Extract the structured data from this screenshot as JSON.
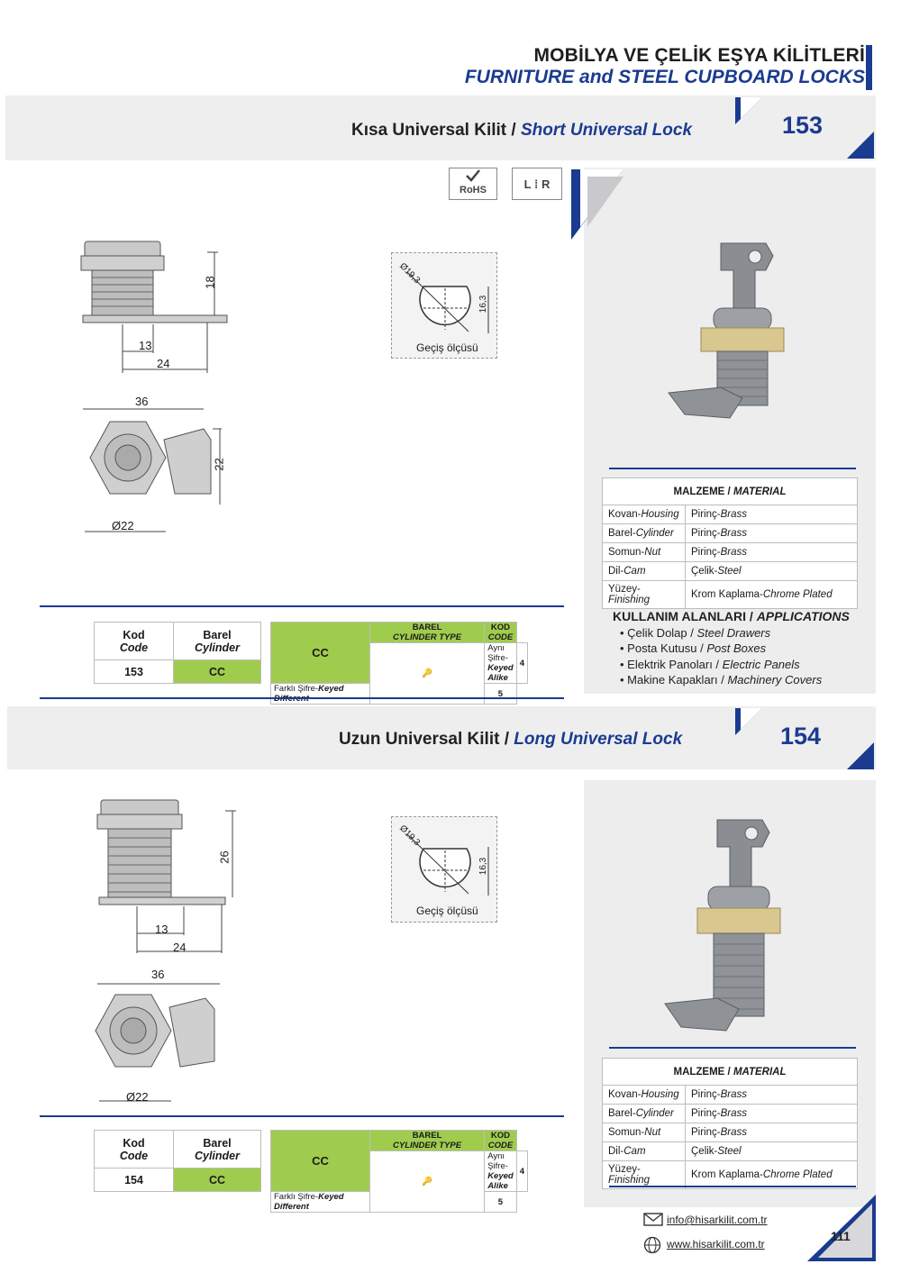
{
  "header": {
    "title_tr": "MOBİLYA VE ÇELİK EŞYA KİLİTLERİ",
    "title_en": "FURNITURE and STEEL CUPBOARD LOCKS"
  },
  "section1": {
    "title_tr": "Kısa Universal Kilit /",
    "title_en": "Short Universal Lock",
    "number": "153",
    "badges": {
      "rohs": "RoHS",
      "left": "L",
      "right": "R"
    },
    "dims": {
      "h": "18",
      "a": "13",
      "b": "24",
      "w": "36",
      "d": "Ø22",
      "s": "22"
    },
    "cutout": {
      "dia": "Ø19,3",
      "flat": "16,3",
      "label": "Geçiş ölçüsü"
    },
    "material": {
      "header_tr": "MALZEME /",
      "header_en": "MATERIAL",
      "rows": [
        {
          "k_tr": "Kovan-",
          "k_en": "Housing",
          "v_tr": "Pirinç-",
          "v_en": "Brass"
        },
        {
          "k_tr": "Barel-",
          "k_en": "Cylinder",
          "v_tr": "Pirinç-",
          "v_en": "Brass"
        },
        {
          "k_tr": "Somun-",
          "k_en": "Nut",
          "v_tr": "Pirinç-",
          "v_en": "Brass"
        },
        {
          "k_tr": "Dil-",
          "k_en": "Cam",
          "v_tr": "Çelik-",
          "v_en": "Steel"
        },
        {
          "k_tr": "Yüzey-",
          "k_en": "Finishing",
          "v_tr": "Krom Kaplama-",
          "v_en": "Chrome Plated"
        }
      ]
    },
    "applications": {
      "header_tr": "KULLANIM ALANLARI /",
      "header_en": "APPLICATIONS",
      "items": [
        {
          "tr": "Çelik Dolap /",
          "en": "Steel Drawers"
        },
        {
          "tr": "Posta Kutusu /",
          "en": "Post Boxes"
        },
        {
          "tr": "Elektrik Panoları /",
          "en": "Electric Panels"
        },
        {
          "tr": "Makine Kapakları /",
          "en": "Machinery Covers"
        }
      ]
    },
    "code_table": {
      "h1_tr": "Kod",
      "h1_en": "Code",
      "h2_tr": "Barel",
      "h2_en": "Cylinder",
      "code": "153",
      "cyl": "CC"
    },
    "cc_table": {
      "title": "CC",
      "h_barel": "BAREL",
      "h_type": "CYLINDER TYPE",
      "h_kod": "KOD",
      "h_code": "CODE",
      "r1_tr": "Aynı Şifre-",
      "r1_en": "Keyed Alike",
      "r1_code": "4",
      "r2_tr": "Farklı Şifre-",
      "r2_en": "Keyed Different",
      "r2_code": "5"
    }
  },
  "section2": {
    "title_tr": "Uzun Universal Kilit /",
    "title_en": "Long Universal Lock",
    "number": "154",
    "dims": {
      "h": "26",
      "a": "13",
      "b": "24",
      "w": "36",
      "d": "Ø22"
    },
    "cutout": {
      "dia": "Ø19,3",
      "flat": "16,3",
      "label": "Geçiş ölçüsü"
    },
    "material": {
      "header_tr": "MALZEME /",
      "header_en": "MATERIAL",
      "rows": [
        {
          "k_tr": "Kovan-",
          "k_en": "Housing",
          "v_tr": "Pirinç-",
          "v_en": "Brass"
        },
        {
          "k_tr": "Barel-",
          "k_en": "Cylinder",
          "v_tr": "Pirinç-",
          "v_en": "Brass"
        },
        {
          "k_tr": "Somun-",
          "k_en": "Nut",
          "v_tr": "Pirinç-",
          "v_en": "Brass"
        },
        {
          "k_tr": "Dil-",
          "k_en": "Cam",
          "v_tr": "Çelik-",
          "v_en": "Steel"
        },
        {
          "k_tr": "Yüzey-",
          "k_en": "Finishing",
          "v_tr": "Krom Kaplama-",
          "v_en": "Chrome Plated"
        }
      ]
    },
    "code_table": {
      "h1_tr": "Kod",
      "h1_en": "Code",
      "h2_tr": "Barel",
      "h2_en": "Cylinder",
      "code": "154",
      "cyl": "CC"
    },
    "cc_table": {
      "title": "CC",
      "h_barel": "BAREL",
      "h_type": "CYLINDER TYPE",
      "h_kod": "KOD",
      "h_code": "CODE",
      "r1_tr": "Aynı Şifre-",
      "r1_en": "Keyed Alike",
      "r1_code": "4",
      "r2_tr": "Farklı Şifre-",
      "r2_en": "Keyed Different",
      "r2_code": "5"
    }
  },
  "footer": {
    "email": "info@hisarkilit.com.tr",
    "web": "www.hisarkilit.com.tr",
    "page": "111"
  },
  "colors": {
    "brand_blue": "#1a3b8f",
    "green": "#a0cc4e"
  },
  "icons": [
    "email-icon",
    "globe-icon",
    "rohs-icon",
    "left-right-icon"
  ]
}
